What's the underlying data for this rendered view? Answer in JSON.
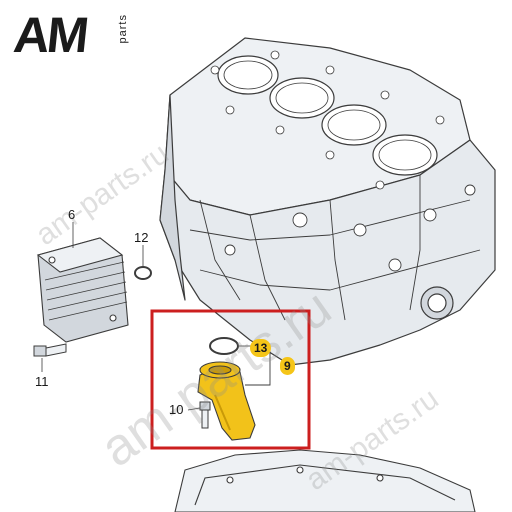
{
  "logo": {
    "main": "AM",
    "sub": "parts"
  },
  "watermarks": [
    "am-parts.ru",
    "am-parts.ru",
    "am-parts.ru"
  ],
  "callouts": {
    "p6": "6",
    "p12": "12",
    "p11": "11",
    "p13": "13",
    "p9": "9",
    "p10": "10"
  },
  "colors": {
    "line": "#3c3c3c",
    "block_fill": "#eef1f4",
    "block_shade": "#d2d7dd",
    "highlight_box": "#cc1f1f",
    "part_yellow": "#f2c21a",
    "part_yellow_dark": "#c99a08",
    "callout_yellow": "#f5c518"
  }
}
